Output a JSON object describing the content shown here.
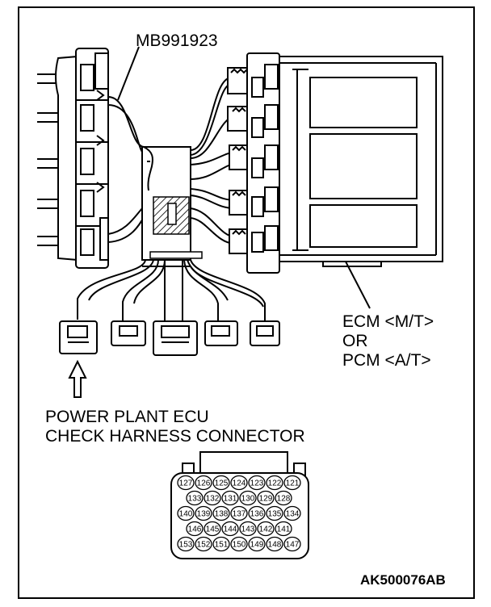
{
  "labels": {
    "tool_number": "MB991923",
    "ecm_line1": "ECM <M/T>",
    "ecm_line2": "OR",
    "ecm_line3": "PCM <A/T>",
    "connector_title_line1": "POWER PLANT ECU",
    "connector_title_line2": "CHECK HARNESS CONNECTOR",
    "figure_code": "AK500076AB"
  },
  "pin_rows": [
    [
      "127",
      "126",
      "125",
      "124",
      "123",
      "122",
      "121"
    ],
    [
      "133",
      "132",
      "131",
      "130",
      "129",
      "128"
    ],
    [
      "140",
      "139",
      "138",
      "137",
      "136",
      "135",
      "134"
    ],
    [
      "146",
      "145",
      "144",
      "143",
      "142",
      "141"
    ],
    [
      "153",
      "152",
      "151",
      "150",
      "149",
      "148",
      "147"
    ]
  ]
}
